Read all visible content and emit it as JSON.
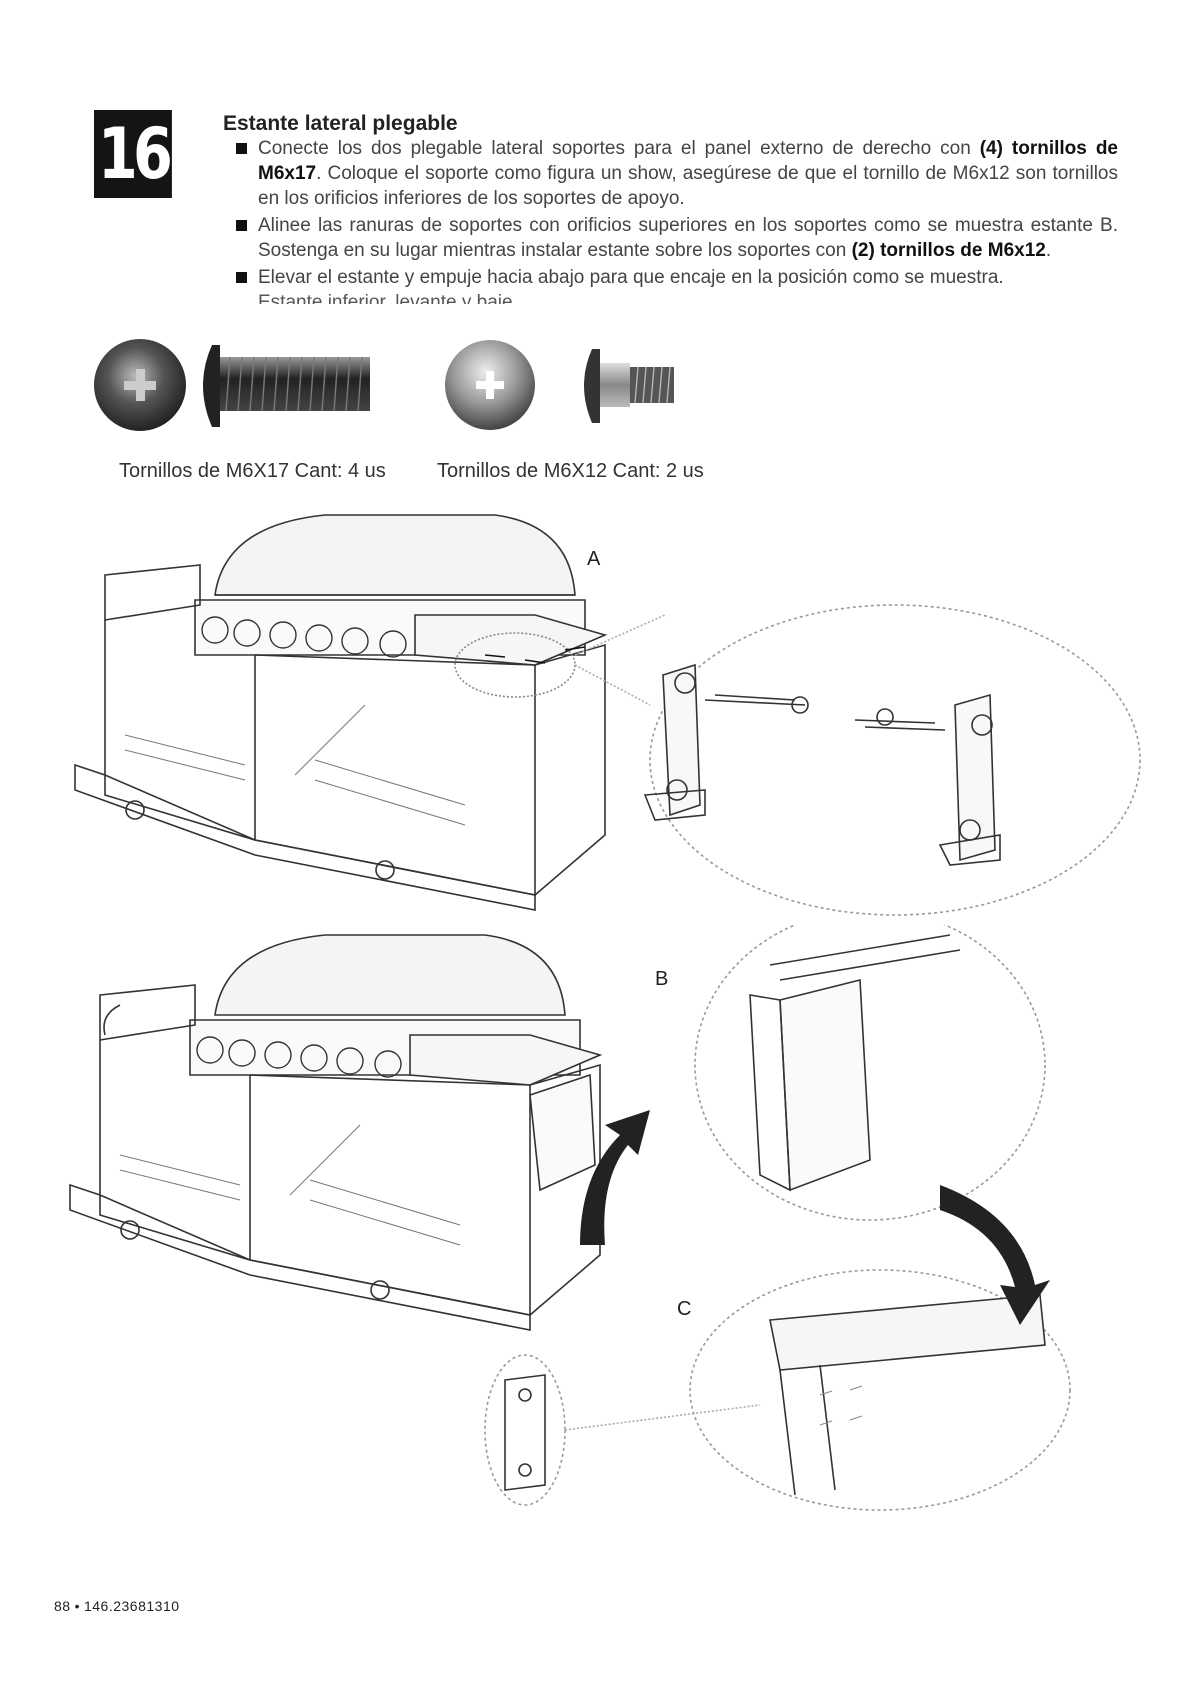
{
  "step": {
    "number": "16",
    "title": "Estante lateral plegable"
  },
  "instructions": [
    {
      "parts": [
        {
          "t": "Conecte los dos plegable lateral soportes para el panel externo de derecho con ",
          "b": false
        },
        {
          "t": "(4) tornillos de M6x17",
          "b": true
        },
        {
          "t": ". Coloque el soporte como figura un show, asegúrese de que el tornillo de M6x12 son tornillos en los orificios inferiores de los soportes de apoyo.",
          "b": false
        }
      ]
    },
    {
      "parts": [
        {
          "t": "Alinee las ranuras de soportes con orificios superiores en los soportes como se muestra estante B. Sostenga en su lugar mientras instalar estante sobre los soportes con ",
          "b": false
        },
        {
          "t": "(2) tornillos de M6x12",
          "b": true
        },
        {
          "t": ".",
          "b": false
        }
      ]
    },
    {
      "parts": [
        {
          "t": "Elevar el estante y empuje hacia abajo para que encaje en la posición como se muestra.",
          "b": false
        }
      ],
      "cut_line": "Estante inferior, levante y baje"
    }
  ],
  "hardware": [
    {
      "caption": "Tornillos de M6X17   Cant: 4 us",
      "icon": "long-screw-icon"
    },
    {
      "caption": "Tornillos de M6X12   Cant: 2 us",
      "icon": "short-screw-icon"
    }
  ],
  "diagram_labels": {
    "a": "A",
    "b": "B",
    "c": "C"
  },
  "footer": {
    "page": "88",
    "separator": "•",
    "model": "146.23681310"
  }
}
